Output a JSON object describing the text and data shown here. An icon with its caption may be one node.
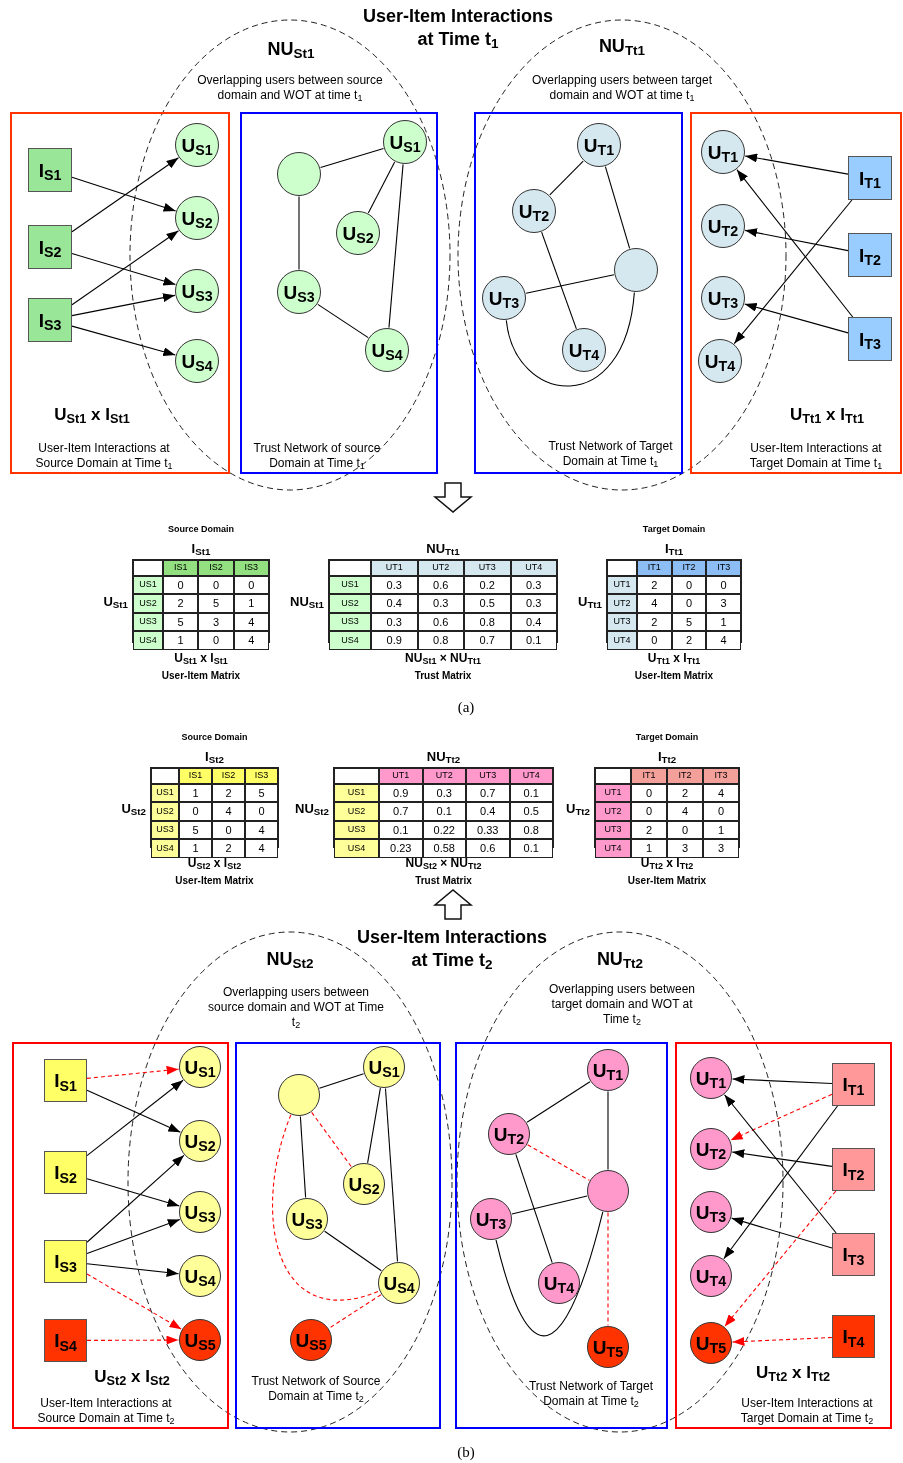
{
  "diagram": {
    "nodes": [
      {
        "text": [
          "U$_{St1}$ x I$_{St1}$",
          "User-Item Interactions at Source Domain at Time t$_{1}$"
        ]
      },
      {
        "text": [
          "I$_{S1}$"
        ],
        "in": 0
      },
      {
        "text": [
          "I$_{S2}$"
        ],
        "in": 0
      },
      {
        "text": [
          "I$_{S3}$"
        ],
        "in": 0
      },
      {
        "text": [
          "U$_{S1}$"
        ],
        "in": 0
      },
      {
        "text": [
          "U$_{S2}$"
        ],
        "in": 0
      },
      {
        "text": [
          "U$_{S3}$"
        ],
        "in": 0
      },
      {
        "text": [
          "U$_{S4}$"
        ],
        "in": 0
      },
      {
        "text": [
          "Trust Network of source Domain at Time t$_{1}$"
        ]
      },
      {
        "text": [],
        "shape": "circle",
        "in": 8
      },
      {
        "text": [
          "U$_{S1}$"
        ],
        "in": 8
      },
      {
        "text": [
          "U$_{S2}$"
        ],
        "in": 8
      },
      {
        "text": [
          "U$_{S3}$"
        ],
        "in": 8
      },
      {
        "text": [
          "U$_{S4}$"
        ],
        "in": 8
      },
      {
        "text": [
          "Trust Network of Target Domain at Time t$_{1}$"
        ]
      },
      {
        "text": [
          "U$_{T1}$"
        ],
        "in": 14
      },
      {
        "text": [
          "U$_{T2}$"
        ],
        "in": 14
      },
      {
        "text": [],
        "shape": "circle",
        "in": 14
      },
      {
        "text": [
          "U$_{T3}$"
        ],
        "in": 14
      },
      {
        "text": [
          "U$_{T4}$"
        ],
        "in": 14
      },
      {
        "text": [
          "U$_{Tt1}$ x I$_{Tt1}$",
          "User-Item Interactions at Target Domain at Time t$_{1}$"
        ]
      },
      {
        "text": [
          "U$_{T1}$"
        ],
        "in": 20
      },
      {
        "text": [
          "U$_{T2}$"
        ],
        "in": 20
      },
      {
        "text": [
          "U$_{T3}$"
        ],
        "in": 20
      },
      {
        "text": [
          "U$_{T4}$"
        ],
        "in": 20
      },
      {
        "text": [
          "I$_{T1}$"
        ],
        "in": 20
      },
      {
        "text": [
          "I$_{T2}$"
        ],
        "in": 20
      },
      {
        "text": [
          "I$_{T3}$"
        ],
        "in": 20
      },
      {
        "text": [
          "IS1",
          "IS2",
          "IS3",
          "US1",
          "0",
          "0",
          "0",
          "US2",
          "2",
          "5",
          "1",
          "US3",
          "5",
          "3",
          "4",
          "US4",
          "1",
          "0",
          "4"
        ],
        "beside": [
          "Source Domain",
          "I$_{St1}$",
          "U$_{St1}$",
          "U$_{St1}$ x I$_{St1}$",
          "User-Item Matrix"
        ]
      },
      {
        "text": [
          "UT1",
          "UT2",
          "UT3",
          "UT4",
          "US1",
          "0.3",
          "0.6",
          "0.2",
          "0.3",
          "US2",
          "0.4",
          "0.3",
          "0.5",
          "0.3",
          "US3",
          "0.3",
          "0.6",
          "0.8",
          "0.4",
          "US4",
          "0.9",
          "0.8",
          "0.7",
          "0.1"
        ],
        "beside": [
          "NU$_{Tt1}$",
          "NU$_{St1}$",
          "NU$_{St1}$ × NU$_{Tt1}$",
          "Trust Matrix"
        ]
      },
      {
        "text": [
          "IT1",
          "IT2",
          "IT3",
          "UT1",
          "2",
          "0",
          "0",
          "UT2",
          "4",
          "0",
          "3",
          "UT3",
          "2",
          "5",
          "1",
          "UT4",
          "0",
          "2",
          "4"
        ],
        "beside": [
          "Target Domain",
          "I$_{Tt1}$",
          "U$_{Tt1}$",
          "U$_{Tt1}$ x I$_{Tt1}$",
          "User-Item Matrix"
        ]
      },
      {
        "text": [
          "IS1",
          "IS2",
          "IS3",
          "US1",
          "1",
          "2",
          "5",
          "US2",
          "0",
          "4",
          "0",
          "US3",
          "5",
          "0",
          "4",
          "US4",
          "1",
          "2",
          "4"
        ],
        "beside": [
          "Source Domain",
          "I$_{St2}$",
          "U$_{St2}$",
          "U$_{St2}$ x I$_{St2}$",
          "User-Item Matrix"
        ]
      },
      {
        "text": [
          "UT1",
          "UT2",
          "UT3",
          "UT4",
          "US1",
          "0.9",
          "0.3",
          "0.7",
          "0.1",
          "US2",
          "0.7",
          "0.1",
          "0.4",
          "0.5",
          "US3",
          "0.1",
          "0.22",
          "0.33",
          "0.8",
          "US4",
          "0.23",
          "0.58",
          "0.6",
          "0.1"
        ],
        "beside": [
          "NU$_{Tt2}$",
          "NU$_{St2}$",
          "NU$_{St2}$ × NU$_{Tt2}$",
          "Trust Matrix"
        ]
      },
      {
        "text": [
          "IT1",
          "IT2",
          "IT3",
          "UT1",
          "0",
          "2",
          "4",
          "UT2",
          "0",
          "4",
          "0",
          "UT3",
          "2",
          "0",
          "1",
          "UT4",
          "1",
          "3",
          "3"
        ],
        "beside": [
          "Target Domain",
          "I$_{Tt2}$",
          "U$_{Tt2}$",
          "U$_{Tt2}$ x I$_{Tt2}$",
          "User-Item Matrix"
        ]
      },
      {
        "text": [
          "U$_{St2}$ x I$_{St2}$",
          "User-Item Interactions at Source Domain at Time t$_{2}$"
        ]
      },
      {
        "text": [
          "I$_{S1}$"
        ],
        "in": 34
      },
      {
        "text": [
          "I$_{S2}$"
        ],
        "in": 34
      },
      {
        "text": [
          "I$_{S3}$"
        ],
        "in": 34
      },
      {
        "text": [
          "I$_{S4}$"
        ],
        "in": 34
      },
      {
        "text": [
          "U$_{S1}$"
        ],
        "in": 34
      },
      {
        "text": [
          "U$_{S2}$"
        ],
        "in": 34
      },
      {
        "text": [
          "U$_{S3}$"
        ],
        "in": 34
      },
      {
        "text": [
          "U$_{S4}$"
        ],
        "in": 34
      },
      {
        "text": [
          "U$_{S5}$"
        ],
        "in": 34
      },
      {
        "text": [
          "Trust Network of Source Domain at Time t$_{2}$"
        ]
      },
      {
        "text": [],
        "shape": "circle",
        "in": 44
      },
      {
        "text": [
          "U$_{S1}$"
        ],
        "in": 44
      },
      {
        "text": [
          "U$_{S2}$"
        ],
        "in": 44
      },
      {
        "text": [
          "U$_{S3}$"
        ],
        "in": 44
      },
      {
        "text": [
          "U$_{S4}$"
        ],
        "in": 44
      },
      {
        "text": [
          "U$_{S5}$"
        ],
        "in": 44
      },
      {
        "text": [
          "Trust Network of Target Domain at Time t$_{2}$"
        ]
      },
      {
        "text": [
          "U$_{T1}$"
        ],
        "in": 51
      },
      {
        "text": [
          "U$_{T2}$"
        ],
        "in": 51
      },
      {
        "text": [],
        "shape": "circle",
        "in": 51
      },
      {
        "text": [
          "U$_{T3}$"
        ],
        "in": 51
      },
      {
        "text": [
          "U$_{T4}$"
        ],
        "in": 51
      },
      {
        "text": [
          "U$_{T5}$"
        ],
        "in": 51
      },
      {
        "text": [
          "U$_{Tt2}$ x I$_{Tt2}$",
          "User-Item Interactions at Target Domain at Time t$_{2}$"
        ]
      },
      {
        "text": [
          "U$_{T1}$"
        ],
        "in": 58
      },
      {
        "text": [
          "U$_{T2}$"
        ],
        "in": 58
      },
      {
        "text": [
          "U$_{T3}$"
        ],
        "in": 58
      },
      {
        "text": [
          "U$_{T4}$"
        ],
        "in": 58
      },
      {
        "text": [
          "U$_{T5}$"
        ],
        "in": 58
      },
      {
        "text": [
          "I$_{T1}$"
        ],
        "in": 58
      },
      {
        "text": [
          "I$_{T2}$"
        ],
        "in": 58
      },
      {
        "text": [
          "I$_{T3}$"
        ],
        "in": 58
      },
      {
        "text": [
          "I$_{T4}$"
        ],
        "in": 58
      }
    ],
    "edges": [
      {
        "from": 1,
        "to": 5,
        "arrow": "to"
      },
      {
        "from": 2,
        "to": 4,
        "arrow": "to"
      },
      {
        "from": 2,
        "to": 6,
        "arrow": "to"
      },
      {
        "from": 3,
        "to": 5,
        "arrow": "to"
      },
      {
        "from": 3,
        "to": 6,
        "arrow": "to"
      },
      {
        "from": 3,
        "to": 7,
        "arrow": "to"
      },
      {
        "from": 9,
        "to": 10,
        "arrow": "none"
      },
      {
        "from": 9,
        "to": 12,
        "arrow": "none"
      },
      {
        "from": 10,
        "to": 11,
        "arrow": "none"
      },
      {
        "from": 10,
        "to": 13,
        "arrow": "none"
      },
      {
        "from": 12,
        "to": 13,
        "arrow": "none"
      },
      {
        "from": 15,
        "to": 16,
        "arrow": "none"
      },
      {
        "from": 15,
        "to": 17,
        "arrow": "none"
      },
      {
        "from": 16,
        "to": 19,
        "arrow": "none"
      },
      {
        "from": 18,
        "to": 17,
        "arrow": "none"
      },
      {
        "from": 18,
        "to": 17,
        "arrow": "none"
      },
      {
        "from": 25,
        "to": 21,
        "arrow": "to"
      },
      {
        "from": 25,
        "to": 24,
        "arrow": "to"
      },
      {
        "from": 26,
        "to": 22,
        "arrow": "to"
      },
      {
        "from": 27,
        "to": 21,
        "arrow": "to"
      },
      {
        "from": 27,
        "to": 23,
        "arrow": "to"
      },
      {
        "from": 35,
        "to": 39,
        "arrow": "to",
        "style": "dashed",
        "color": "#ff0000"
      },
      {
        "from": 35,
        "to": 40,
        "arrow": "to"
      },
      {
        "from": 36,
        "to": 39,
        "arrow": "to"
      },
      {
        "from": 36,
        "to": 41,
        "arrow": "to"
      },
      {
        "from": 37,
        "to": 40,
        "arrow": "to"
      },
      {
        "from": 37,
        "to": 41,
        "arrow": "to"
      },
      {
        "from": 37,
        "to": 42,
        "arrow": "to"
      },
      {
        "from": 37,
        "to": 43,
        "arrow": "to",
        "style": "dashed",
        "color": "#ff0000"
      },
      {
        "from": 38,
        "to": 43,
        "arrow": "to",
        "style": "dashed",
        "color": "#ff0000"
      },
      {
        "from": 45,
        "to": 46,
        "arrow": "none"
      },
      {
        "from": 45,
        "to": 48,
        "arrow": "none"
      },
      {
        "from": 45,
        "to": 47,
        "arrow": "none",
        "style": "dashed",
        "color": "#ff0000"
      },
      {
        "from": 46,
        "to": 47,
        "arrow": "none"
      },
      {
        "from": 46,
        "to": 49,
        "arrow": "none"
      },
      {
        "from": 48,
        "to": 49,
        "arrow": "none"
      },
      {
        "from": 45,
        "to": 49,
        "arrow": "none",
        "style": "dashed",
        "color": "#ff0000"
      },
      {
        "from": 49,
        "to": 50,
        "arrow": "none",
        "style": "dashed",
        "color": "#ff0000"
      },
      {
        "from": 52,
        "to": 53,
        "arrow": "none"
      },
      {
        "from": 52,
        "to": 54,
        "arrow": "none"
      },
      {
        "from": 53,
        "to": 54,
        "arrow": "none",
        "style": "dashed",
        "color": "#ff0000"
      },
      {
        "from": 53,
        "to": 56,
        "arrow": "none"
      },
      {
        "from": 55,
        "to": 54,
        "arrow": "none"
      },
      {
        "from": 55,
        "to": 54,
        "arrow": "none"
      },
      {
        "from": 54,
        "to": 57,
        "arrow": "none",
        "style": "dashed",
        "color": "#ff0000"
      },
      {
        "from": 64,
        "to": 59,
        "arrow": "to"
      },
      {
        "from": 64,
        "to": 60,
        "arrow": "to",
        "style": "dashed",
        "color": "#ff0000"
      },
      {
        "from": 64,
        "to": 62,
        "arrow": "to"
      },
      {
        "from": 65,
        "to": 60,
        "arrow": "to"
      },
      {
        "from": 65,
        "to": 63,
        "arrow": "to",
        "style": "dashed",
        "color": "#ff0000"
      },
      {
        "from": 66,
        "to": 59,
        "arrow": "to"
      },
      {
        "from": 66,
        "to": 61,
        "arrow": "to"
      },
      {
        "from": 67,
        "to": 63,
        "arrow": "to",
        "style": "dashed",
        "color": "#ff0000"
      }
    ],
    "labels": [
      "User-Item Interactions at Time t$_{1}$",
      "NU$_{St1}$",
      "Overlapping users between source domain and WOT at time t$_{1}$",
      "NU$_{Tt1}$",
      "Overlapping users between target domain and WOT at time t$_{1}$",
      "(a)",
      "User-Item Interactions at Time t$_{2}$",
      "NU$_{St2}$",
      "Overlapping users between source domain and WOT at Time t$_{2}$",
      "NU$_{Tt2}$",
      "Overlapping users between target domain and WOT at Time t$_{2}$",
      "(b)"
    ]
  }
}
